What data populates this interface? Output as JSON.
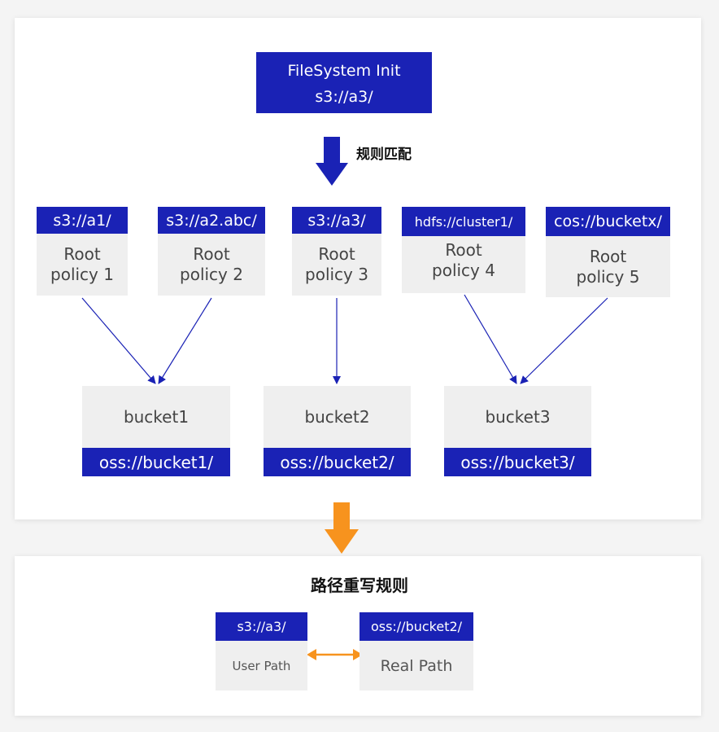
{
  "init": {
    "title": "FileSystem Init",
    "path": "s3://a3/"
  },
  "match_label": "规则匹配",
  "policies": [
    {
      "path": "s3://a1/",
      "line1": "Root",
      "line2": "policy 1"
    },
    {
      "path": "s3://a2.abc/",
      "line1": "Root",
      "line2": "policy 2"
    },
    {
      "path": "s3://a3/",
      "line1": "Root",
      "line2": "policy 3"
    },
    {
      "path": "hdfs://cluster1/",
      "line1": "Root",
      "line2": "policy 4"
    },
    {
      "path": "cos://bucketx/",
      "line1": "Root",
      "line2": "policy 5"
    }
  ],
  "buckets": [
    {
      "name": "bucket1",
      "path": "oss://bucket1/"
    },
    {
      "name": "bucket2",
      "path": "oss://bucket2/"
    },
    {
      "name": "bucket3",
      "path": "oss://bucket3/"
    }
  ],
  "rewrite": {
    "title": "路径重写规则",
    "user": {
      "path": "s3://a3/",
      "label": "User Path"
    },
    "real": {
      "path": "oss://bucket2/",
      "label": "Real Path"
    }
  },
  "colors": {
    "blue": "#1a22b5",
    "orange": "#f7931e",
    "gray_box": "#efefef"
  }
}
